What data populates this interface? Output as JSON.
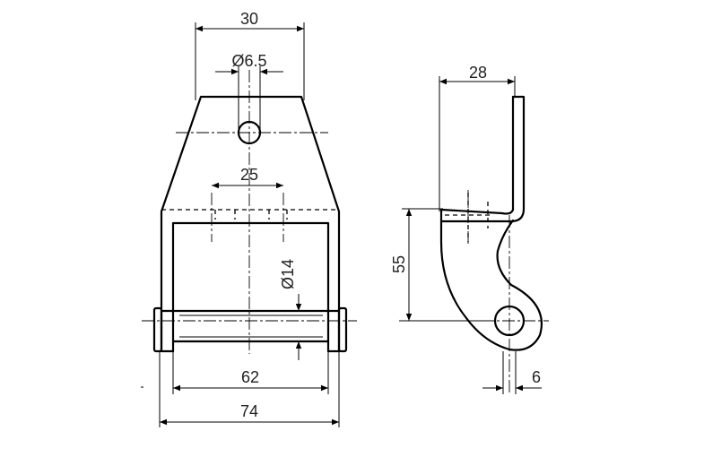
{
  "dimensions": {
    "top_width": "30",
    "hole_diameter": "Ø6.5",
    "slot_width": "25",
    "pin_diameter": "Ø14",
    "inner_width": "62",
    "overall_width": "74",
    "side_width": "28",
    "height": "55",
    "thickness": "6"
  }
}
